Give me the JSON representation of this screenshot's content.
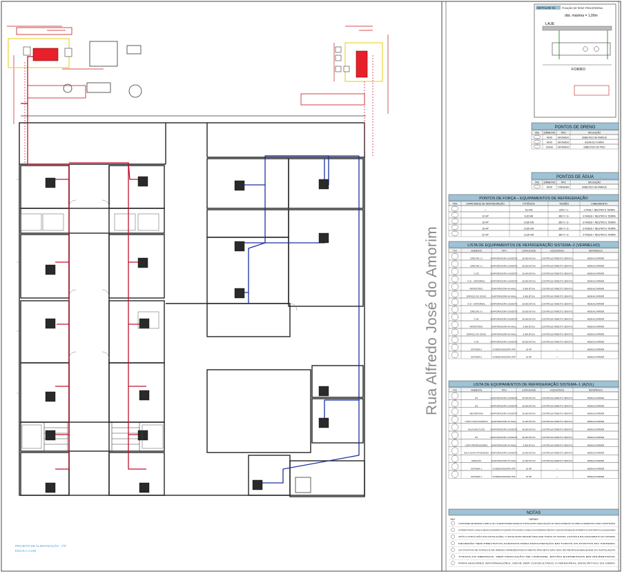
{
  "street_name": "Rua Alfredo José do Amorim",
  "plan_caption": {
    "line1": "PROJETO DE CLIMATIZAÇÃO - 1ºP",
    "line2": "ESCALA 1:100"
  },
  "detail": {
    "tag": "DETALHE 01",
    "title": "FIXAÇÃO DE REDE FRIGORÍGENA",
    "max_distance": "dist. máxima = 1,00m",
    "slab": "LAJE",
    "ceiling": "FORRO"
  },
  "dreno": {
    "title": "PONTOS DE DRENO",
    "headers": [
      "TAG",
      "DIÂMETRO",
      "TIPO",
      "APLICAÇÃO"
    ],
    "rows": [
      [
        "",
        "40/40'",
        "SIFONADO",
        "EMBUTIDO NA PAREDE"
      ],
      [
        "",
        "40/40'",
        "SIFONADO",
        "ACIMA DO FORRO"
      ],
      [
        "",
        "100mm",
        "SIFONADO",
        "EMBUTIDO NO PISO"
      ]
    ]
  },
  "agua": {
    "title": "PONTOS DE ÁGUA",
    "headers": [
      "TAG",
      "DIÂMETRO",
      "TIPO",
      "APLICAÇÃO"
    ],
    "rows": [
      [
        "",
        "40/40'",
        "TORNEIRA",
        "EMBUTIDO NA PAREDE"
      ]
    ]
  },
  "forca": {
    "title": "PONTOS DE FORÇA – EQUIPAMENTOS DE REFRIGERAÇÃO",
    "headers": [
      "TAG",
      "CAPACIDADE DE REFRIGERAÇÃO",
      "POTÊNCIA",
      "TENSÃO",
      "CABEAMENTO"
    ],
    "rows": [
      [
        "",
        "—",
        "5,0 kW",
        "220V / 1~",
        "1 FASE + NEUTRO E TERRA"
      ],
      [
        "",
        "10 HP",
        "6,20 kW",
        "380 V / 3~",
        "3 FASES + NEUTRO E TERRA"
      ],
      [
        "",
        "16 HP",
        "10,60 kW",
        "380 V / 3~",
        "3 FASES + NEUTRO E TERRA"
      ],
      [
        "",
        "16 HP",
        "10,60 kW",
        "380 V / 3~",
        "3 FASES + NEUTRO E TERRA"
      ],
      [
        "",
        "22 HP",
        "13,30 kW",
        "380 V / 3~",
        "3 FASES + NEUTRO E TERRA"
      ]
    ]
  },
  "sys2": {
    "title": "LISTA DE EQUIPAMENTOS DE REFRIGERAÇÃO SISTEMA–2 (VERMELHO)",
    "headers": [
      "TAG",
      "AMBIENTE",
      "TIPO",
      "CAPACIDADE",
      "ACESSÓRIOS",
      "REFERÊNCIA"
    ],
    "rows": [
      [
        "",
        "CRECHE 1 2",
        "EVAPORADORA CASSETE",
        "28.000 BTU/h",
        "CONTROLE REMOTO SEM FIO",
        "MIDEA/CARRIER"
      ],
      [
        "",
        "CRECHE 1 1",
        "EVAPORADORA CASSETE",
        "28.000 BTU/h",
        "CONTROLE REMOTO SEM FIO",
        "MIDEA/CARRIER"
      ],
      [
        "",
        "G 5S",
        "EVAPORADORA CASSETE",
        "28.000 BTU/h",
        "CONTROLE REMOTO SEM FIO",
        "MIDEA/CARRIER"
      ],
      [
        "",
        "G 5I – MATERNAL",
        "EVAPORADORA CASSETE",
        "28.000 BTU/h",
        "CONTROLE REMOTO SEM FIO",
        "MIDEA/CARRIER"
      ],
      [
        "",
        "REFEITÓRIO",
        "EVAPORADORA HI-WALL",
        "9.000 BTU/h",
        "CONTROLE REMOTO SEM FIO",
        "MIDEA/CARRIER"
      ],
      [
        "",
        "ESPAÇO DO SONO",
        "EVAPORADORA HI-WALL",
        "9.000 BTU/h",
        "CONTROLE REMOTO SEM FIO",
        "MIDEA/CARRIER"
      ],
      [
        "",
        "G 5I – MATERNAL",
        "EVAPORADORA CASSETE",
        "28.000 BTU/h",
        "CONTROLE REMOTO SEM FIO",
        "MIDEA/CARRIER"
      ],
      [
        "",
        "CRECHE II 1",
        "EVAPORADORA CASSETE",
        "28.000 BTU/h",
        "CONTROLE REMOTO SEM FIO",
        "MIDEA/CARRIER"
      ],
      [
        "",
        "G 5II",
        "EVAPORADORA CASSETE",
        "28.000 BTU/h",
        "CONTROLE REMOTO SEM FIO",
        "MIDEA/CARRIER"
      ],
      [
        "",
        "REFEITÓRIO",
        "EVAPORADORA HI-WALL",
        "9.000 BTU/h",
        "CONTROLE REMOTO SEM FIO",
        "MIDEA/CARRIER"
      ],
      [
        "",
        "ESPAÇO DO SONO",
        "EVAPORADORA HI-WALL",
        "9.000 BTU/h",
        "CONTROLE REMOTO SEM FIO",
        "MIDEA/CARRIER"
      ],
      [
        "",
        "G 5II",
        "EVAPORADORA CASSETE",
        "28.000 BTU/h",
        "CONTROLE REMOTO SEM FIO",
        "MIDEA/CARRIER"
      ],
      [
        "",
        "SISTEMA 2",
        "CONDENSADORA VRF",
        "22 HP",
        "—",
        "MIDEA/CARRIER"
      ],
      [
        "",
        "SISTEMA 2",
        "CONDENSADORA VRF",
        "16 HP",
        "—",
        "MIDEA/CARRIER"
      ]
    ]
  },
  "sys1": {
    "title": "LISTA DE EQUIPAMENTOS DE REFRIGERAÇÃO SISTEMA–1 (AZUL)",
    "headers": [
      "TAG",
      "AMBIENTE",
      "TIPO",
      "CAPACIDADE",
      "ACESSÓRIOS",
      "REFERÊNCIA"
    ],
    "rows": [
      [
        "",
        "G5",
        "EVAPORADORA CASSETE",
        "48.000 BTU/h",
        "CONTROLE REMOTO SEM FIO",
        "MIDEA/CARRIER"
      ],
      [
        "",
        "G5",
        "EVAPORADORA CASSETE",
        "28.000 BTU/h",
        "CONTROLE REMOTO SEM FIO",
        "MIDEA/CARRIER"
      ],
      [
        "",
        "SECRETARIA",
        "EVAPORADORA CASSETE",
        "28.000 BTU/h",
        "CONTROLE REMOTO SEM FIO",
        "MIDEA/CARRIER"
      ],
      [
        "",
        "COPA FUNCIONÁRIOS",
        "EVAPORADORA HI-WALL",
        "12.000 BTU/h",
        "CONTROLE REMOTO SEM FIO",
        "MIDEA/CARRIER"
      ],
      [
        "",
        "SALA MULTIUSO",
        "EVAPORADORA CASSETE",
        "48.000 BTU/h",
        "CONTROLE REMOTO SEM FIO",
        "MIDEA/CARRIER"
      ],
      [
        "",
        "G5",
        "EVAPORADORA CASSETE",
        "28.000 BTU/h",
        "CONTROLE REMOTO SEM FIO",
        "MIDEA/CARRIER"
      ],
      [
        "",
        "COPA PROFESSORES",
        "EVAPORADORA HI-WALL",
        "9.000 BTU/h",
        "CONTROLE REMOTO SEM FIO",
        "MIDEA/CARRIER"
      ],
      [
        "",
        "SALA NOVA ATIVIDADES",
        "EVAPORADORA CASSETE",
        "18.000 BTU/h",
        "CONTROLE REMOTO SEM FIO",
        "MIDEA/CARRIER"
      ],
      [
        "",
        "DIREÇÃO",
        "EVAPORADORA HI-WALL",
        "12.000 BTU/h",
        "CONTROLE REMOTO SEM FIO",
        "MIDEA/CARRIER"
      ],
      [
        "",
        "SISTEMA 1",
        "CONDENSADORA VRF",
        "10 HP",
        "—",
        "MIDEA/CARRIER"
      ],
      [
        "",
        "SISTEMA 1",
        "CONDENSADORA VRF",
        "16 HP",
        "—",
        "MIDEA/CARRIER"
      ]
    ]
  },
  "notas": {
    "title": "NOTAS",
    "subtitle": "GERAIS",
    "tag_header": "TAG",
    "items": [
      "CONFORME DETERMINA A NBR 16.401, É RESPONSABILIDADE DO INSTALADOR A REALIZAÇÃO DO DETALHAMENTO DA OBRA E DESENHOS COMO CONSTRUÍDO.",
      "NO PRESENTE PROJETO, QUANDO DA MENÇÃO DE EQUIPAMENTOS E ACESSÓRIOS POR UMA MARCA OU MODELO DE UM DETERMINADO FABRICANTE, A INDICAÇÃO É ESTABELECER UM PARÂMETRO DE CARACTERÍSTICAS E QUALIDADE MÍNIMAS.",
      "APÓS A CONCLUSÃO DAS INSTALAÇÕES, O INSTALADOR DEVERÁ REALIZAR TODOS OS TESTES, AJUSTES E BALANCEAMENTO DO SISTEMA.",
      "DEVERÃO SER PREVISTOS ACESSOS PARA MANUTENÇÃO EM TODOS OS PONTOS DO SISTEMA.",
      "OS PONTOS DE FORÇA E DE DRENO APRESENTADOS NESTE PROJETO NÃO SÃO DE RESPONSABILIDADE DO INSTALADOR.",
      "TODAS AS MEDIDAS, SEM INDICAÇÃO DE UNIDADE, ESTÃO EXPRESSAS EM MILÍMETROS.",
      "PARA MAIORES INFORMAÇÕES, DEVE SER CONSULTADO O MEMORIAL DESCRITIVO DA OBRA."
    ]
  },
  "colors": {
    "system2_red": "#c0102a",
    "system1_blue": "#1a2fa0",
    "condenser": "#e8202a",
    "header_fill": "#9ec3d6",
    "dimension_red": "#d01020",
    "zone_yellow": "#e8d43a"
  }
}
